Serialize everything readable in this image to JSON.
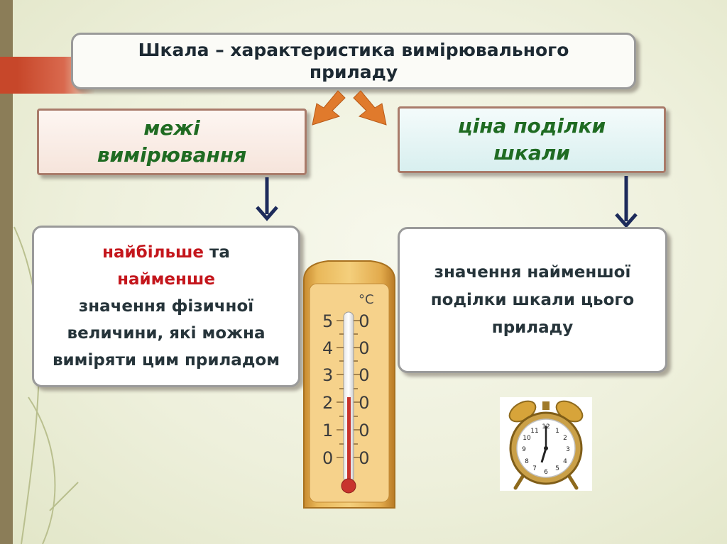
{
  "title": "Шкала – характеристика  вимірювального приладу",
  "limits": {
    "heading": "межі вимірювання"
  },
  "scale_division": {
    "heading": "ціна поділки шкали"
  },
  "limits_description": {
    "largest": "найбільше",
    "and": " та",
    "smallest": "найменше",
    "rest": "значення фізичної величини, які можна виміряти цим приладом"
  },
  "division_description": {
    "text": "значення найменшої поділки шкали цього приладу"
  },
  "thermometer": {
    "unit": "°C",
    "labels": [
      "50",
      "40",
      "30",
      "20",
      "10",
      "00"
    ]
  },
  "colors": {
    "heading_green": "#1f6b22",
    "highlight_red": "#c4161c",
    "arrow_navy": "#1d2b5b",
    "arrow_orange": "#e07a2c",
    "thermometer_wood": "#d9a441"
  }
}
